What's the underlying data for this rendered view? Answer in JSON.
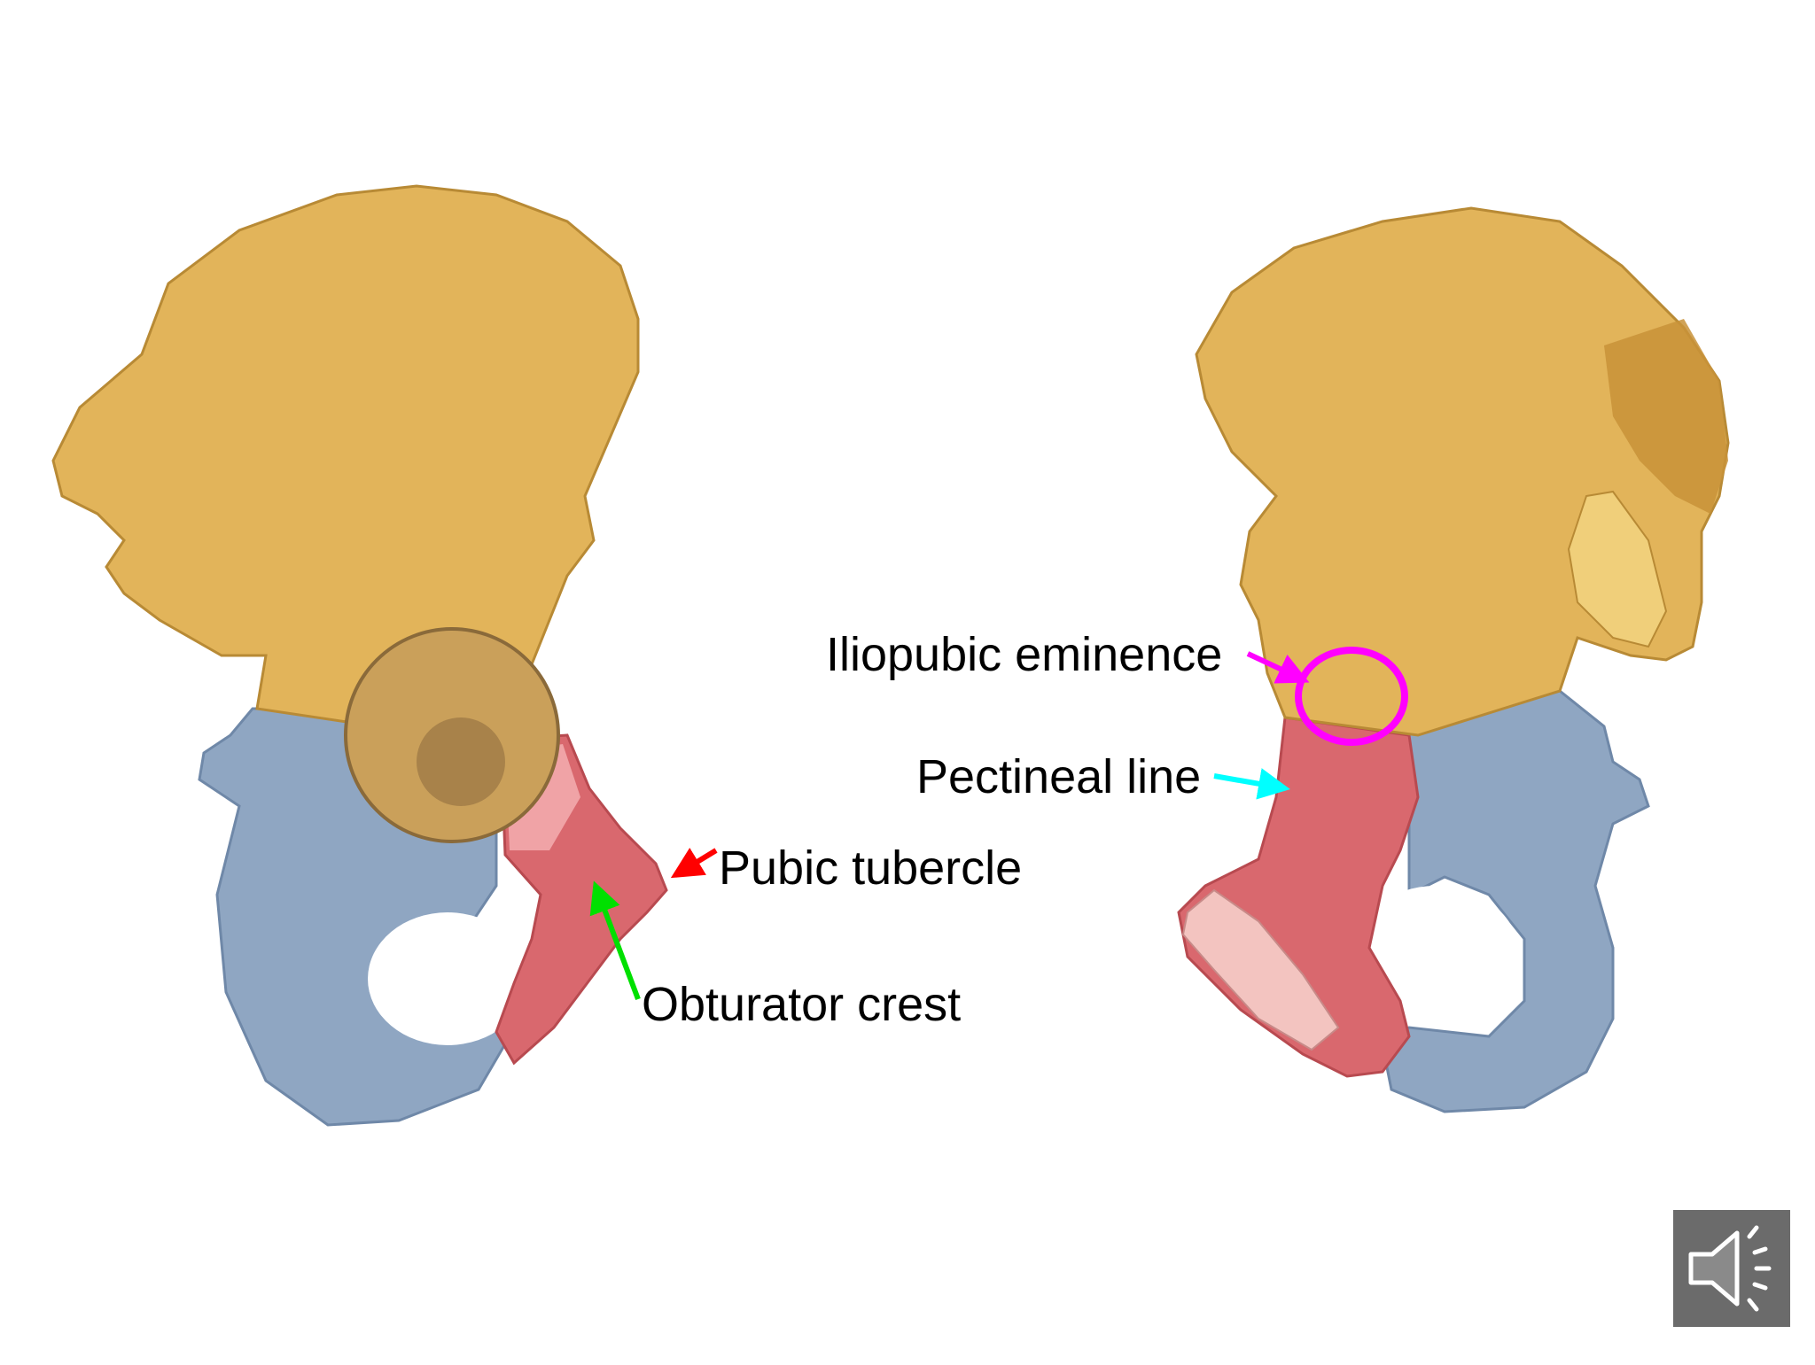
{
  "labels": {
    "pubic_tubercle": "Pubic tubercle",
    "obturator_crest": "Obturator crest",
    "iliopubic_eminence": "Iliopubic eminence",
    "pectineal_line": "Pectineal line"
  },
  "colors": {
    "background": "#ffffff",
    "ilium": "#e2b45a",
    "ilium_shade": "#c89238",
    "ischium": "#8fa6c2",
    "ischium_shade": "#6f88a8",
    "pubis": "#d9686e",
    "pubis_light": "#f0a3a6",
    "arrow_red": "#ff0000",
    "arrow_green": "#00e000",
    "arrow_magenta": "#ff00ff",
    "arrow_cyan": "#00ffff",
    "circle_magenta": "#ff00ff",
    "audio_button": "#6b6b6b"
  },
  "audio_button": {
    "icon": "speaker-icon"
  }
}
